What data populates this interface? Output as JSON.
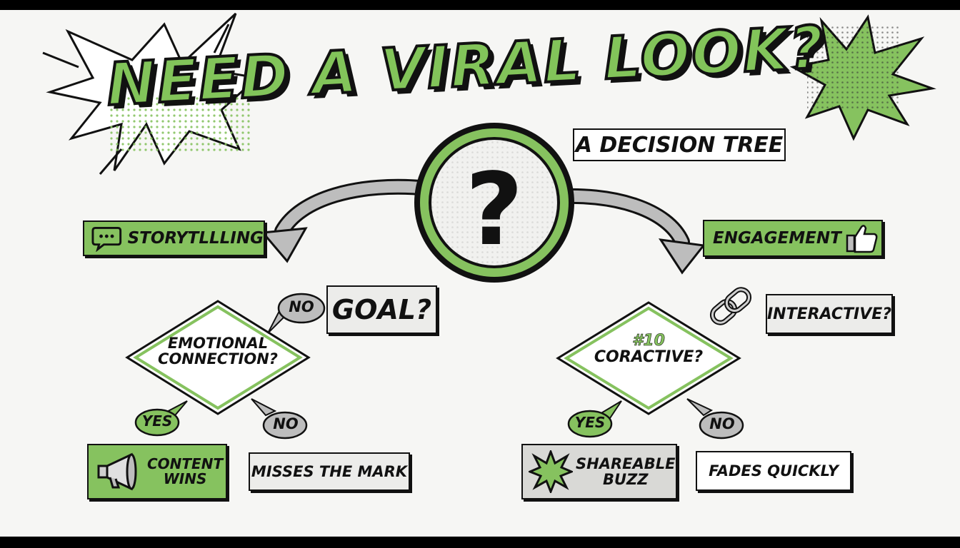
{
  "title": "NEED A VIRAL LOOK?",
  "subtitle": "A DECISION TREE",
  "center": {
    "symbol": "?",
    "goal_label": "GOAL?"
  },
  "left_branch": {
    "label": "STORYTLLLING",
    "decision": {
      "line1": "EMOTIONAL",
      "line2": "CONNECTION?"
    },
    "side_no": "NO",
    "yes": "YES",
    "no": "NO",
    "yes_outcome": {
      "line1": "CONTENT",
      "line2": "WINS"
    },
    "no_outcome": "MISSES THE MARK"
  },
  "right_branch": {
    "label": "ENGAGEMENT",
    "question": "INTERACTIVE?",
    "decision": {
      "line1": "#10",
      "line2": "CORACTIVE?"
    },
    "yes": "YES",
    "no": "NO",
    "yes_outcome": {
      "line1": "SHAREABLE",
      "line2": "BUZZ"
    },
    "no_outcome": "FADES QUICKLY"
  },
  "colors": {
    "accent_green": "#86c25f",
    "ink": "#111111",
    "arrow_gray": "#bdbdbd",
    "background": "#f6f6f4"
  },
  "icons": [
    "speech-bubble-icon",
    "thumbs-up-icon",
    "chain-link-icon",
    "megaphone-icon",
    "starburst-icon"
  ]
}
